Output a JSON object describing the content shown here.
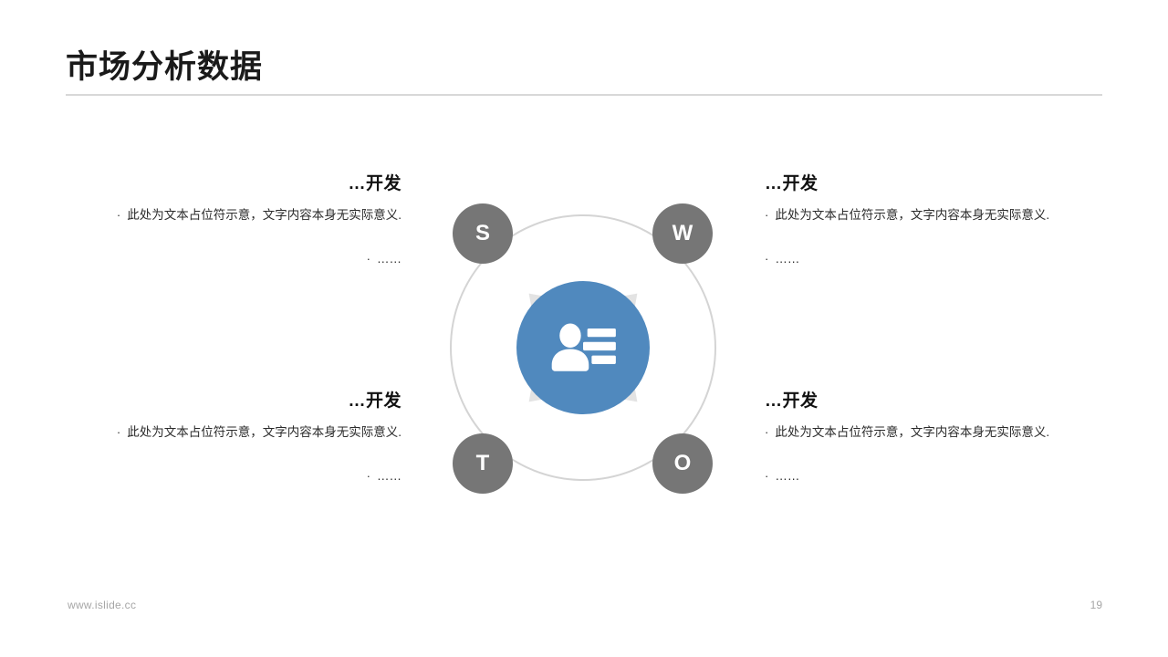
{
  "slide": {
    "title": "市场分析数据",
    "page_number": "19",
    "footer_url": "www.islide.cc",
    "accent_color": "#5089be",
    "node_color": "#767676",
    "arrow_color": "#e3e3e3",
    "ring_color": "#d4d4d4"
  },
  "blocks": [
    {
      "position": "top-left",
      "heading": "…开发",
      "bullets": [
        {
          "marker": "·",
          "text": "此处为文本占位符示意，文字内容本身无实际意义."
        },
        {
          "marker": "·",
          "text": "……"
        }
      ]
    },
    {
      "position": "top-right",
      "heading": "…开发",
      "bullets": [
        {
          "marker": "·",
          "text": "此处为文本占位符示意，文字内容本身无实际意义."
        },
        {
          "marker": "·",
          "text": "……"
        }
      ]
    },
    {
      "position": "bottom-left",
      "heading": "…开发",
      "bullets": [
        {
          "marker": "·",
          "text": "此处为文本占位符示意，文字内容本身无实际意义."
        },
        {
          "marker": "·",
          "text": "……"
        }
      ]
    },
    {
      "position": "bottom-right",
      "heading": "…开发",
      "bullets": [
        {
          "marker": "·",
          "text": "此处为文本占位符示意，文字内容本身无实际意义."
        },
        {
          "marker": "·",
          "text": "……"
        }
      ]
    }
  ],
  "diagram": {
    "type": "swot",
    "center_icon": "user-profile-list-icon",
    "nodes": [
      {
        "id": "s",
        "label": "S",
        "corner": "top-left"
      },
      {
        "id": "w",
        "label": "W",
        "corner": "top-right"
      },
      {
        "id": "t",
        "label": "T",
        "corner": "bottom-left"
      },
      {
        "id": "o",
        "label": "O",
        "corner": "bottom-right"
      }
    ],
    "arrows": [
      {
        "id": "arrow-up-left",
        "direction": "up-left"
      },
      {
        "id": "arrow-up-right",
        "direction": "up-right"
      },
      {
        "id": "arrow-down-left",
        "direction": "down-left"
      },
      {
        "id": "arrow-down-right",
        "direction": "down-right"
      }
    ]
  }
}
